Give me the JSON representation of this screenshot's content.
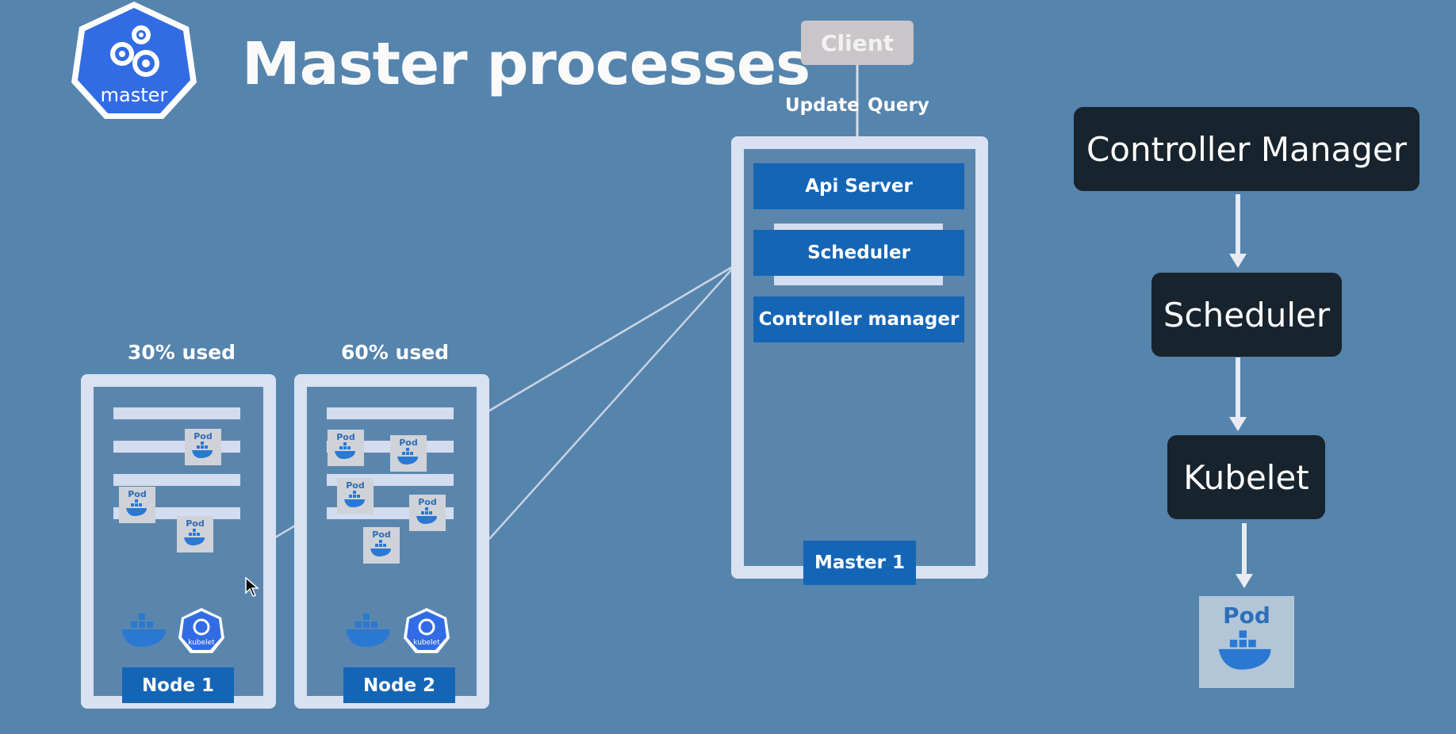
{
  "logo": {
    "text": "master"
  },
  "title": "Master processes",
  "client": {
    "label": "Client",
    "update": "Update",
    "query": "Query"
  },
  "master_node": {
    "components": [
      "Api Server",
      "Scheduler",
      "Controller manager"
    ],
    "label": "Master 1"
  },
  "worker_nodes": [
    {
      "label": "Node 1",
      "usage": "30% used"
    },
    {
      "label": "Node 2",
      "usage": "60% used"
    }
  ],
  "pod_label": "Pod",
  "kubelet_label": "kubelet",
  "flow": {
    "steps": [
      "Controller Manager",
      "Scheduler",
      "Kubelet"
    ],
    "end": "Pod"
  },
  "colors": {
    "background": "#5584ad",
    "component_blue": "#1565b6",
    "panel_border": "#d9e1f2",
    "flow_box": "#17232d",
    "logo_blue": "#326ce5"
  }
}
